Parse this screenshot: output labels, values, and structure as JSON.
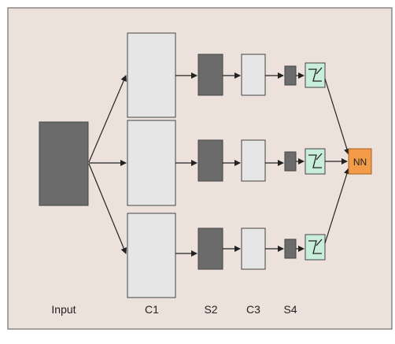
{
  "diagram": {
    "colors": {
      "background": "#ede2db",
      "frame": "#8a8684",
      "dark_box": "#6b6b6b",
      "light_box": "#e6e6e6",
      "box_stroke": "#444444",
      "arrow": "#222222",
      "activation_fill": "#c8eedb",
      "activation_stroke": "#444444",
      "nn_fill": "#f29c4a",
      "nn_stroke": "#a85e1c",
      "label": "#222222"
    },
    "labels": {
      "input": "Input",
      "c1": "C1",
      "s2": "S2",
      "c3": "C3",
      "s4": "S4",
      "nn": "NN"
    },
    "icons": {
      "activation": "activation-function-icon"
    },
    "branch_count": 3
  }
}
